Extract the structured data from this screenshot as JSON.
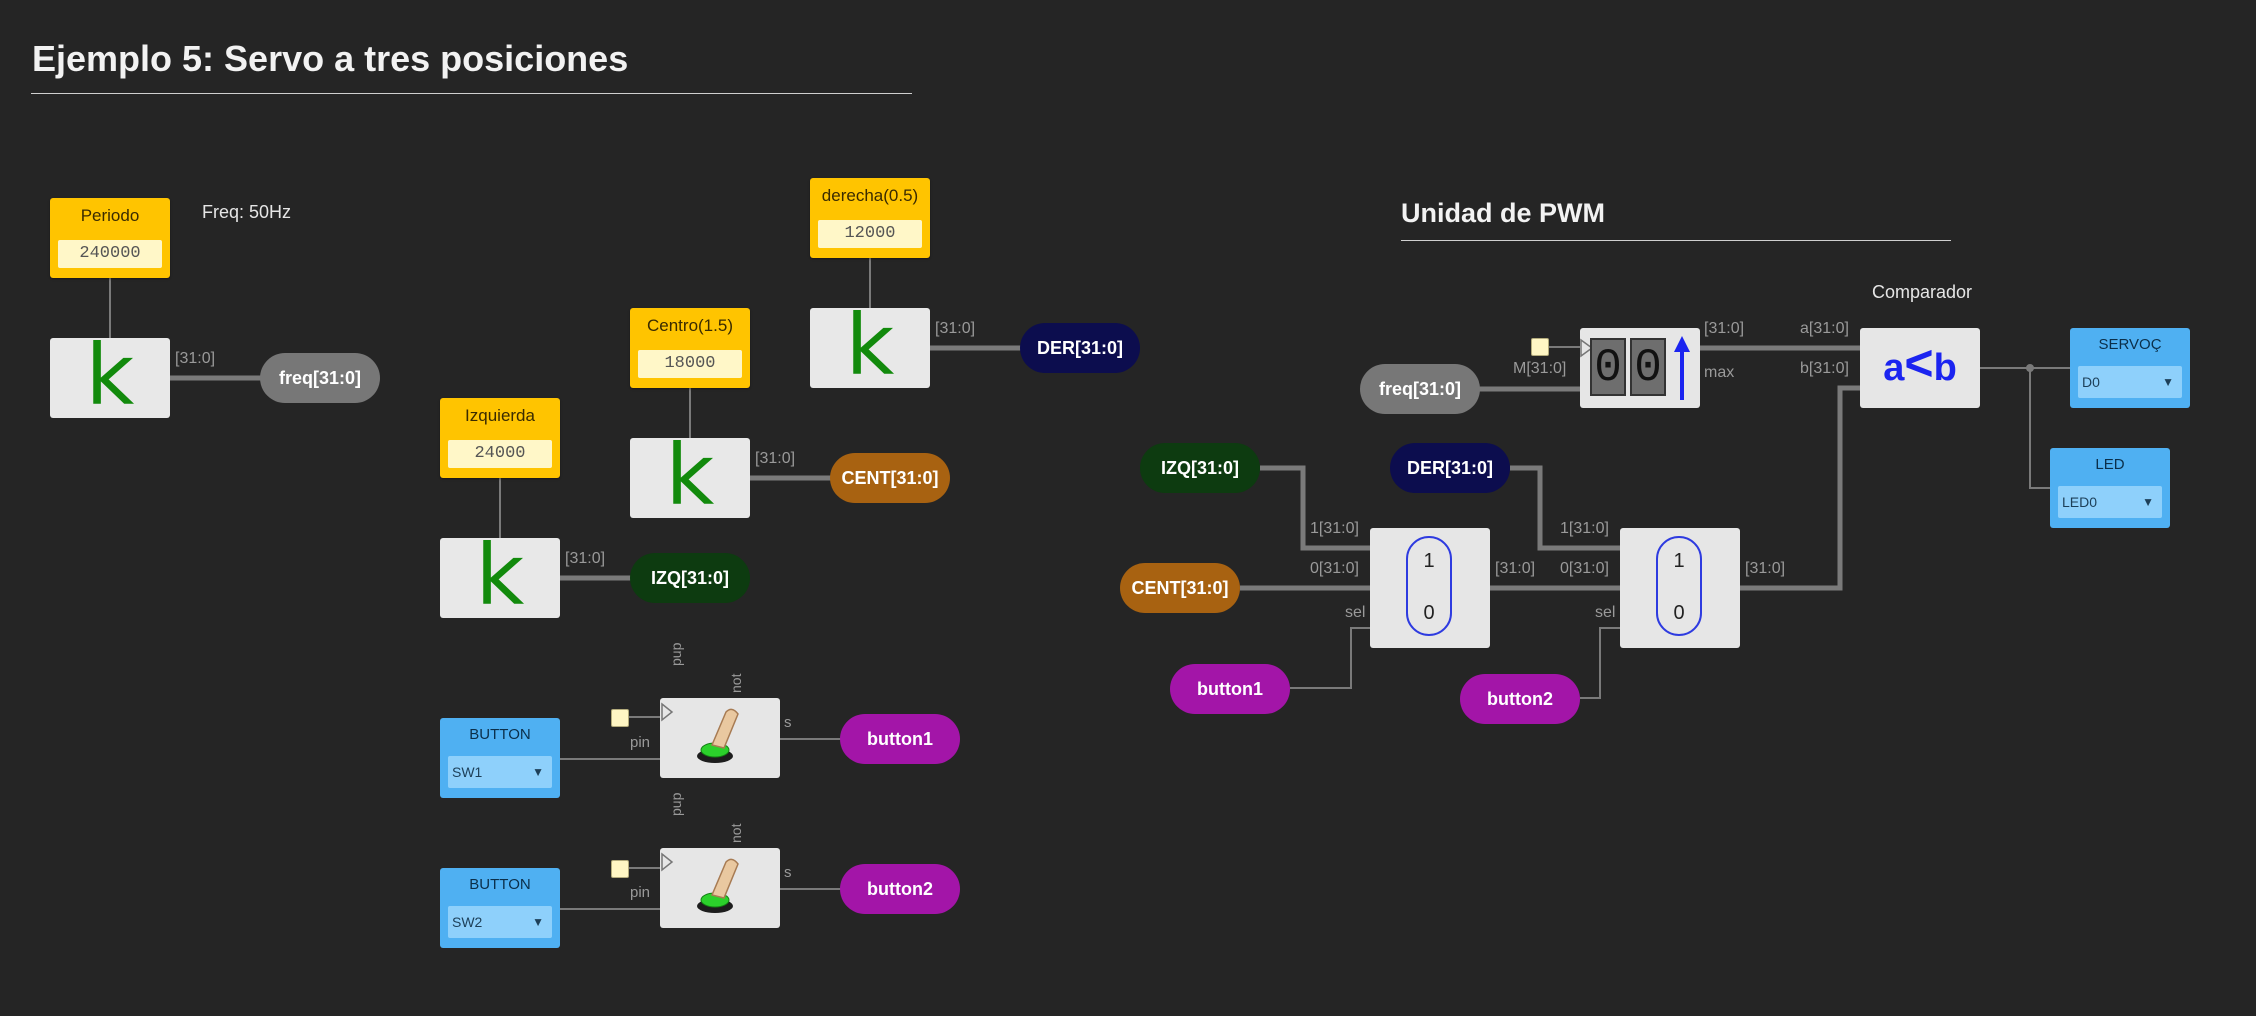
{
  "title": "Ejemplo 5: Servo a tres posiciones",
  "pwm_title": "Unidad de PWM",
  "freq_note": "Freq: 50Hz",
  "comparator_label": "Comparador",
  "constants": {
    "periodo": {
      "label": "Periodo",
      "value": "240000"
    },
    "izquierda": {
      "label": "Izquierda",
      "value": "24000"
    },
    "centro": {
      "label": "Centro(1.5)",
      "value": "18000"
    },
    "derecha": {
      "label": "derecha(0.5)",
      "value": "12000"
    }
  },
  "k_symbol": "k",
  "bus_label": "[31:0]",
  "signals": {
    "freq": "freq[31:0]",
    "izq": "IZQ[31:0]",
    "cent": "CENT[31:0]",
    "der": "DER[31:0]",
    "button1": "button1",
    "button2": "button2"
  },
  "colors": {
    "freq": "#777777",
    "izq": "#0d3b10",
    "cent": "#a86211",
    "der": "#0c0d4e",
    "button": "#a315a8",
    "constant": "#ffc400",
    "io": "#4fb0f2"
  },
  "inputs": [
    {
      "label": "BUTTON",
      "value": "SW1"
    },
    {
      "label": "BUTTON",
      "value": "SW2"
    }
  ],
  "outputs": {
    "servo": {
      "label": "SERVOÇ",
      "value": "D0"
    },
    "led": {
      "label": "LED",
      "value": "LED0"
    }
  },
  "button_block_ports": {
    "pup": "pup",
    "not": "not",
    "pin": "pin",
    "s": "s"
  },
  "counter": {
    "digits": [
      "0",
      "0"
    ],
    "in_port": "M[31:0]",
    "out_bus": "[31:0]",
    "max_port": "max"
  },
  "mux_ports": {
    "in1": "1[31:0]",
    "in0": "0[31:0]",
    "sel": "sel",
    "out": "[31:0]",
    "one": "1",
    "zero": "0"
  },
  "comparator": {
    "a_port": "a[31:0]",
    "b_port": "b[31:0]",
    "symbol_a": "a",
    "symbol_op": "<",
    "symbol_b": "b"
  }
}
